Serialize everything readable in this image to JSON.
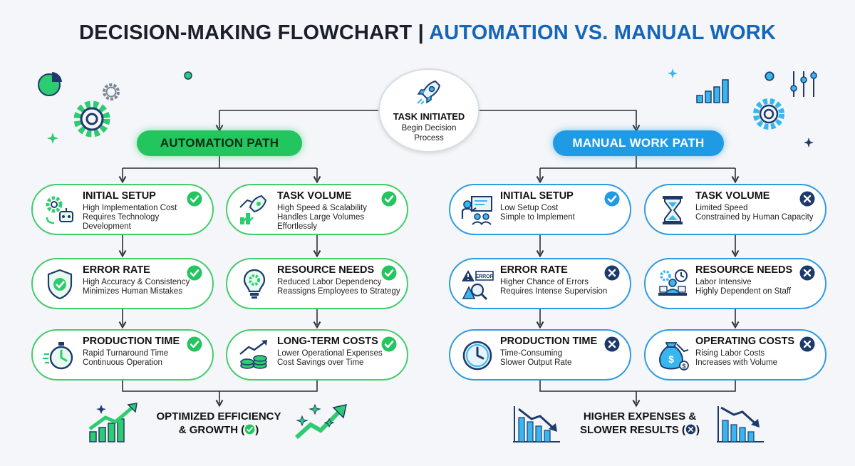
{
  "title": {
    "part1": "DECISION-MAKING FLOWCHART |",
    "part2": "AUTOMATION VS. MANUAL WORK"
  },
  "colors": {
    "green": "#22c55e",
    "blue": "#1f9be6",
    "dark_blue": "#1565b8",
    "navy": "#1d3a6b"
  },
  "start": {
    "title": "TASK INITIATED",
    "subtitle": "Begin Decision Process",
    "icon": "rocket-icon"
  },
  "automation": {
    "label": "AUTOMATION PATH",
    "cards": [
      {
        "id": "auto-initial-setup",
        "icon": "gear-robot-icon",
        "title": "INITIAL SETUP",
        "lines": [
          "High Implementation Cost",
          "Requires Technology",
          "Development"
        ],
        "status": "check"
      },
      {
        "id": "auto-task-volume",
        "icon": "rocket-scale-icon",
        "title": "TASK VOLUME",
        "lines": [
          "High Speed & Scalability",
          "Handles Large Volumes",
          "Effortlessly"
        ],
        "status": "check"
      },
      {
        "id": "auto-error-rate",
        "icon": "shield-check-icon",
        "title": "ERROR RATE",
        "lines": [
          "High Accuracy & Consistency",
          "Minimizes Human Mistakes"
        ],
        "status": "check"
      },
      {
        "id": "auto-resource-needs",
        "icon": "lightbulb-gear-icon",
        "title": "RESOURCE NEEDS",
        "lines": [
          "Reduced Labor Dependency",
          "Reassigns Employees to Strategy"
        ],
        "status": "check"
      },
      {
        "id": "auto-production-time",
        "icon": "stopwatch-icon",
        "title": "PRODUCTION TIME",
        "lines": [
          "Rapid Turnaround Time",
          "Continuous Operation"
        ],
        "status": "check"
      },
      {
        "id": "auto-long-term-costs",
        "icon": "coins-growth-icon",
        "title": "LONG-TERM COSTS",
        "lines": [
          "Lower Operational Expenses",
          "Cost Savings over Time"
        ],
        "status": "check"
      }
    ],
    "outcome": {
      "line1": "OPTIMIZED EFFICIENCY",
      "line2": "& GROWTH (",
      "line2_end": ")",
      "status": "check"
    }
  },
  "manual": {
    "label": "MANUAL WORK PATH",
    "cards": [
      {
        "id": "manual-initial-setup",
        "icon": "presenter-board-icon",
        "title": "INITIAL SETUP",
        "lines": [
          "Low Setup Cost",
          "Simple to Implement"
        ],
        "status": "check"
      },
      {
        "id": "manual-task-volume",
        "icon": "hourglass-icon",
        "title": "TASK VOLUME",
        "lines": [
          "Limited Speed",
          "Constrained by Human Capacity"
        ],
        "status": "cross"
      },
      {
        "id": "manual-error-rate",
        "icon": "error-warning-icon",
        "title": "ERROR RATE",
        "lines": [
          "Higher Chance of Errors",
          "Requires Intense Supervision"
        ],
        "status": "cross",
        "icon_text": "ERROR"
      },
      {
        "id": "manual-resource-needs",
        "icon": "staff-desk-icon",
        "title": "RESOURCE NEEDS",
        "lines": [
          "Labor Intensive",
          "Highly Dependent on Staff"
        ],
        "status": "cross"
      },
      {
        "id": "manual-production-time",
        "icon": "clock-icon",
        "title": "PRODUCTION TIME",
        "lines": [
          "Time-Consuming",
          "Slower Output Rate"
        ],
        "status": "cross"
      },
      {
        "id": "manual-operating-costs",
        "icon": "money-bag-decline-icon",
        "title": "OPERATING COSTS",
        "lines": [
          "Rising Labor Costs",
          "Increases with Volume"
        ],
        "status": "cross"
      }
    ],
    "outcome": {
      "line1": "HIGHER EXPENSES &",
      "line2": "SLOWER RESULTS (",
      "line2_end": ")",
      "status": "cross"
    }
  }
}
